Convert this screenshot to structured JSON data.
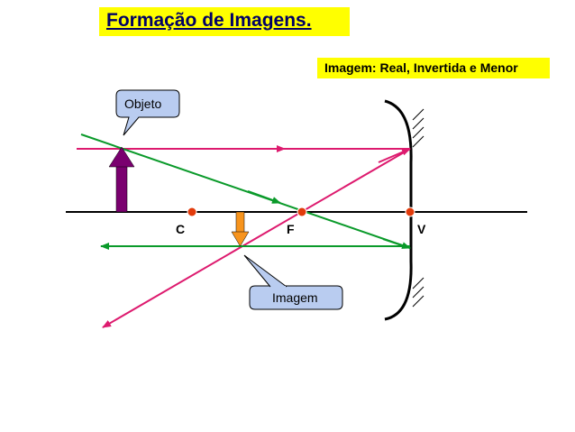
{
  "title": "Formação de Imagens.",
  "result_label": "Imagem: Real, Invertida e Menor",
  "points": {
    "center": "C",
    "focus": "F",
    "vertex": "V"
  },
  "callouts": {
    "object": "Objeto",
    "image": "Imagem"
  },
  "colors": {
    "title_bg": "#ffff00",
    "title_text": "#000066",
    "ray_magenta": "#dd1a6e",
    "ray_green": "#0a9a2a",
    "object_arrow": "#7a006f",
    "image_arrow": "#f7941d",
    "point_marker": "#e23b0b",
    "callout_fill": "#b9ccf0"
  }
}
